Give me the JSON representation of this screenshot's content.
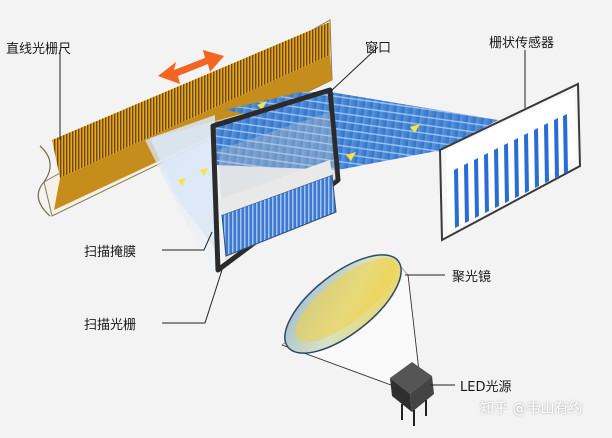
{
  "labels": {
    "linear_scale": "直线光栅尺",
    "window": "窗口",
    "grating_sensor": "栅状传感器",
    "scanning_mask": "扫描掩膜",
    "condenser_lens": "聚光镜",
    "scanning_grating": "扫描光栅",
    "led_source": "LED光源"
  },
  "watermark": "知乎 @韦山有约",
  "colors": {
    "background": "#f3f3f3",
    "scale_gold": "#e3a21e",
    "light_beam_blue": "#3a7fd0",
    "arrow_orange": "#f26522",
    "sensor_bars": "#2a6cd6",
    "lens_yellow": "#f2d64b"
  },
  "icons": {
    "motion_arrow": "double-arrow-icon",
    "led": "led-light-source-icon"
  }
}
